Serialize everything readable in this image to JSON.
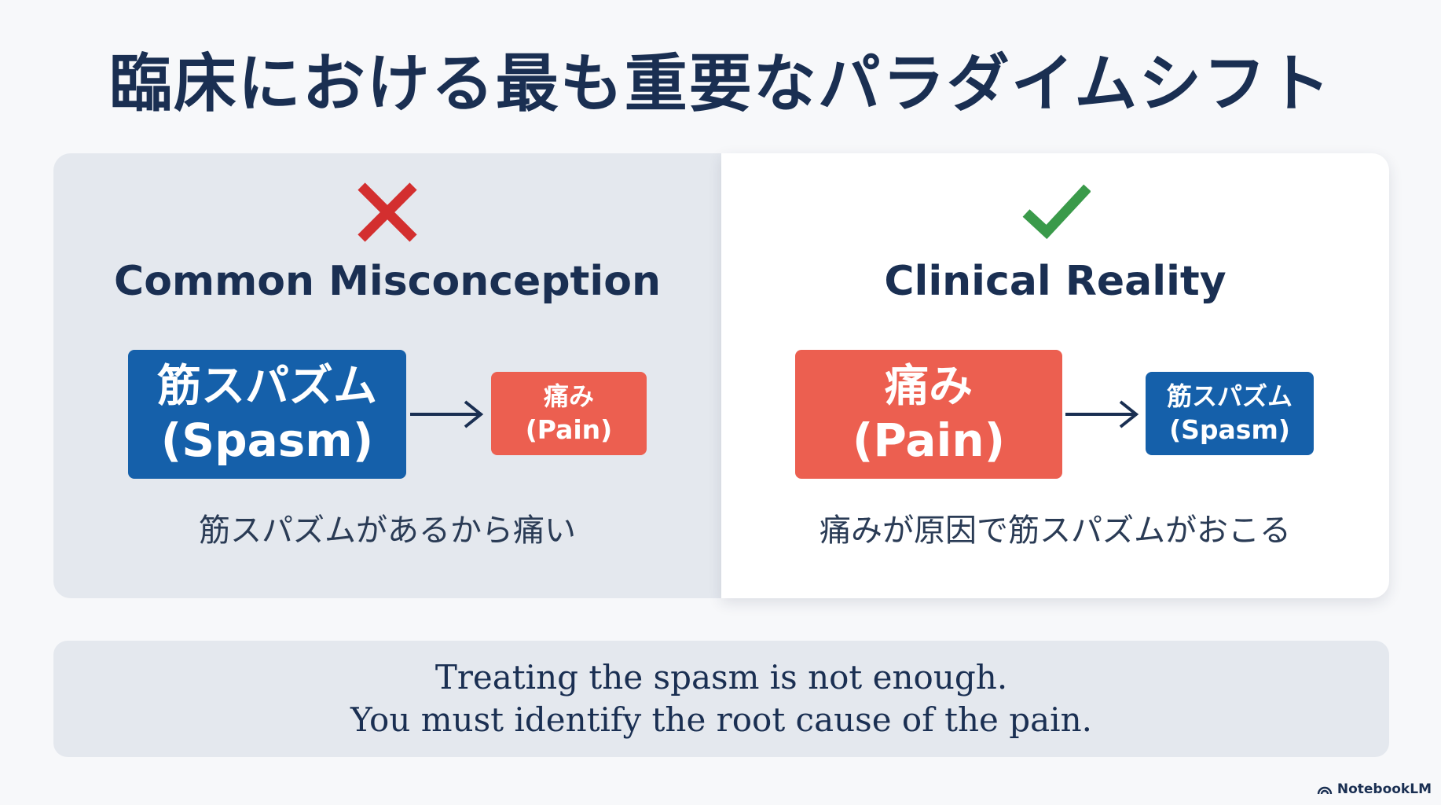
{
  "title": "臨床における最も重要なパラダイムシフト",
  "misconception": {
    "heading": "Common Misconception",
    "cause": {
      "jp": "筋スパズム",
      "en": "(Spasm)"
    },
    "effect": {
      "jp": "痛み",
      "en": "(Pain)"
    },
    "caption": "筋スパズムがあるから痛い",
    "mark_icon": "cross-icon",
    "mark_color": "#d32f2f"
  },
  "reality": {
    "heading": "Clinical Reality",
    "cause": {
      "jp": "痛み",
      "en": "(Pain)"
    },
    "effect": {
      "jp": "筋スパズム",
      "en": "(Spasm)"
    },
    "caption": "痛みが原因で筋スパズムがおこる",
    "mark_icon": "check-icon",
    "mark_color": "#3a9a4a"
  },
  "note": {
    "line1": "Treating the spasm is not enough.",
    "line2": "You must identify the root cause of the pain."
  },
  "brand": "NotebookLM",
  "colors": {
    "blue": "#1560aa",
    "red": "#ec5f50",
    "navy": "#1a2f52"
  }
}
